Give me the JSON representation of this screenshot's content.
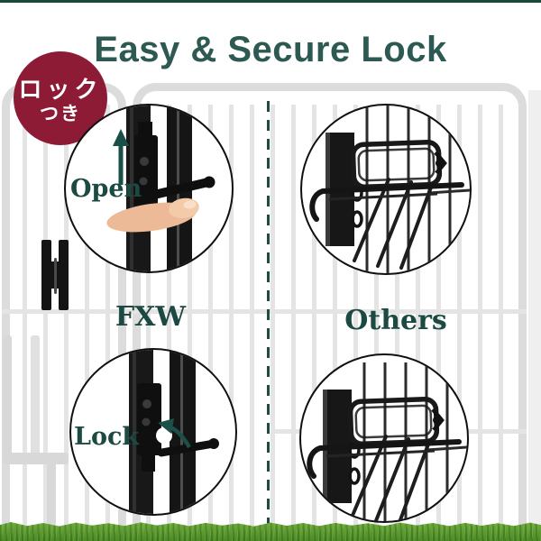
{
  "header": {
    "title": "Easy & Secure Lock"
  },
  "badge": {
    "line1": "ロック",
    "line2": "つき",
    "color": "#8e1b36"
  },
  "comparison": {
    "left_brand": "FXW",
    "right_brand": "Others",
    "open_caption": "Open",
    "lock_caption": "Lock"
  },
  "figures": [
    {
      "position": "top-left",
      "brand": "FXW",
      "caption": "Open",
      "shows": "finger pushing latch lever up to open gate lock"
    },
    {
      "position": "top-right",
      "brand": "Others",
      "shows": "competitor wire latch lock on fence"
    },
    {
      "position": "bottom-left",
      "brand": "FXW",
      "caption": "Lock",
      "shows": "latch lever dropped into locked position"
    },
    {
      "position": "bottom-right",
      "brand": "Others",
      "shows": "competitor wire latch lock on fence"
    }
  ],
  "colors": {
    "accent_green": "#2c5a52",
    "label_green": "#1c4a42",
    "badge_red": "#8e1b36",
    "fence_gray": "#dcdcdc",
    "grass_green": "#5c9a30",
    "top_rule": "#17493d"
  }
}
